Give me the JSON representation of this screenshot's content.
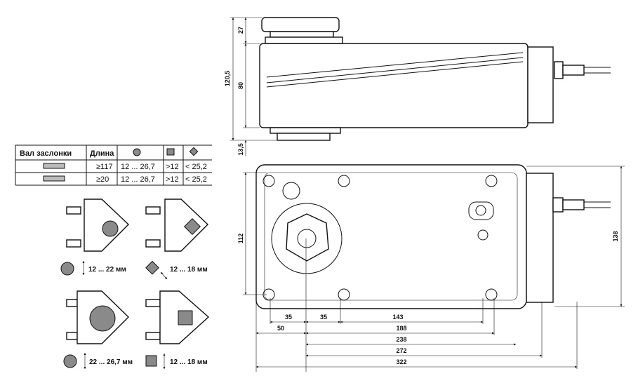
{
  "table": {
    "headers": [
      "Вал заслонки",
      "Длина"
    ],
    "rows": [
      {
        "length": "≥117",
        "round": "12 ... 26,7",
        "square": ">12",
        "diamond": "< 25,2"
      },
      {
        "length": "≥20",
        "round": "12 ... 26,7",
        "square": ">12",
        "diamond": "< 25,2"
      }
    ]
  },
  "clamps": [
    {
      "label": "12 ... 22 мм",
      "shape": "round"
    },
    {
      "label": "12 ... 18 мм",
      "shape": "diamond"
    },
    {
      "label": "22 ... 26,7 мм",
      "shape": "round"
    },
    {
      "label": "12 ... 18 мм",
      "shape": "square"
    }
  ],
  "side_view": {
    "total": "120,5",
    "top": "27",
    "body": "80",
    "bottom": "13,5"
  },
  "front_view": {
    "height_inner": "112",
    "height_total": "138",
    "dims": [
      "35",
      "35",
      "143",
      "50",
      "188",
      "238",
      "272",
      "322"
    ]
  }
}
